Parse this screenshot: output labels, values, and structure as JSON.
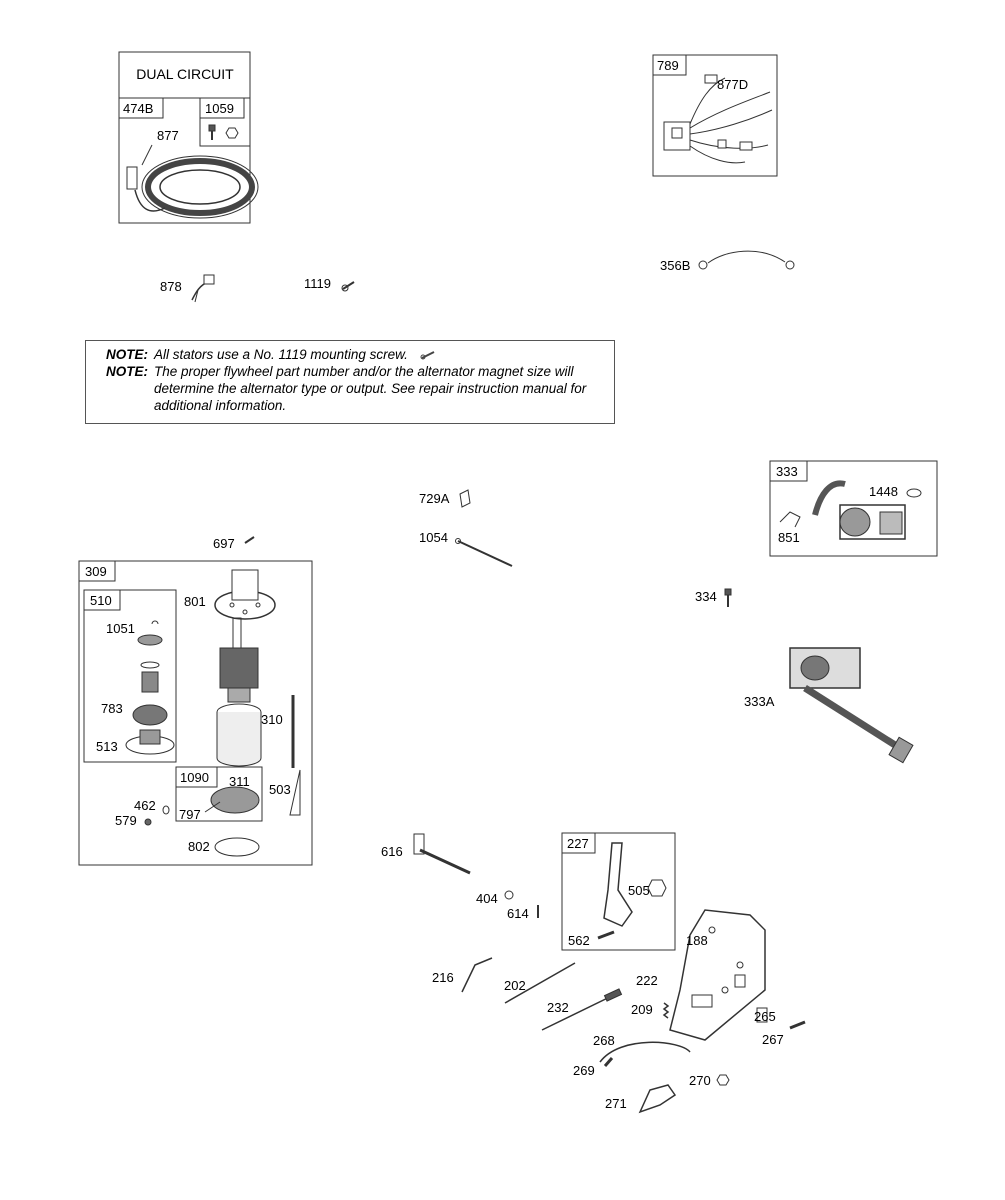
{
  "note": {
    "keyword": "NOTE:",
    "line1": "All stators use a No. 1119 mounting screw.",
    "line2": "The proper flywheel part number and/or the alternator magnet size will determine the alternator type or output. See repair instruction manual for additional information."
  },
  "boxes": {
    "dual_circuit": "DUAL CIRCUIT",
    "b474B": "474B",
    "b1059": "1059",
    "b789": "789",
    "b333": "333",
    "b309": "309",
    "b510": "510",
    "b1090": "1090",
    "b227": "227"
  },
  "parts": {
    "p877": "877",
    "p877D": "877D",
    "p878": "878",
    "p1119": "1119",
    "p356B": "356B",
    "p729A": "729A",
    "p1054": "1054",
    "p1448": "1448",
    "p851": "851",
    "p334": "334",
    "p333A": "333A",
    "p697": "697",
    "p801": "801",
    "p1051": "1051",
    "p783": "783",
    "p513": "513",
    "p310": "310",
    "p311": "311",
    "p797": "797",
    "p503": "503",
    "p462": "462",
    "p579": "579",
    "p802": "802",
    "p616": "616",
    "p404": "404",
    "p614": "614",
    "p505": "505",
    "p562": "562",
    "p188": "188",
    "p216": "216",
    "p202": "202",
    "p222": "222",
    "p232": "232",
    "p209": "209",
    "p265": "265",
    "p267": "267",
    "p268": "268",
    "p269": "269",
    "p270": "270",
    "p271": "271"
  },
  "icons": [
    "stator-icon",
    "connector-icon",
    "screw-icon",
    "wire-harness-icon",
    "ground-wire-icon",
    "ignition-coil-icon",
    "starter-motor-icon",
    "armature-icon",
    "drive-gear-icon",
    "bracket-icon",
    "cable-icon",
    "lever-icon"
  ]
}
